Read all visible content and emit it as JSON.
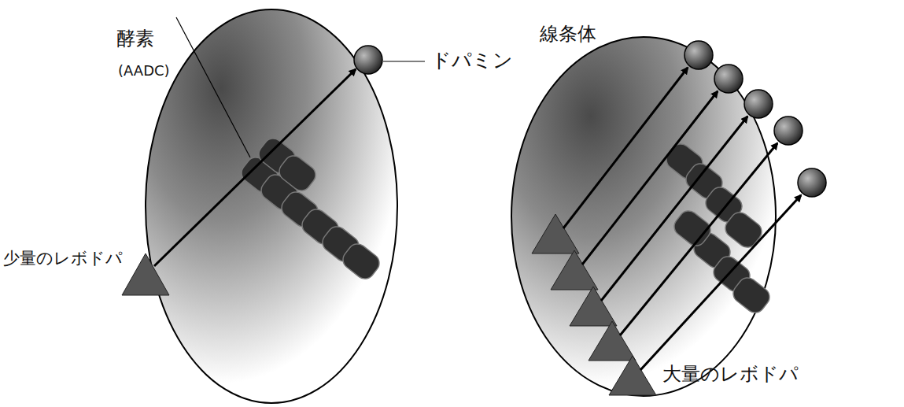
{
  "diagram": {
    "labels": [
      "酵素",
      "(AADC)",
      "ドパミン",
      "線条体",
      "少量のレボドパ",
      "大量のレボドパ"
    ]
  }
}
